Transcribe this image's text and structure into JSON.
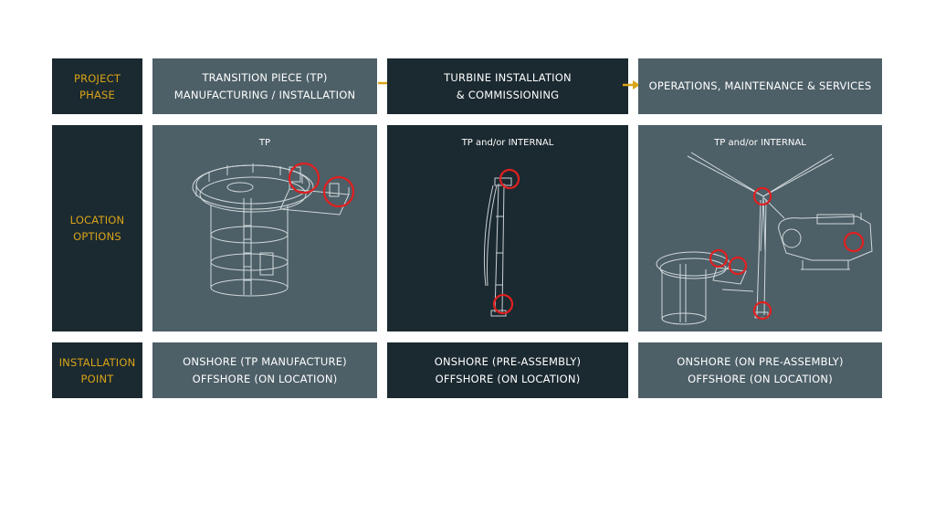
{
  "row_labels": {
    "project_phase": [
      "PROJECT",
      "PHASE"
    ],
    "location_options": [
      "LOCATION",
      "OPTIONS"
    ],
    "installation_point": [
      "INSTALLATION",
      "POINT"
    ]
  },
  "phases": [
    {
      "title": [
        "TRANSITION PIECE (TP)",
        "MANUFACTURING / INSTALLATION"
      ],
      "location": "TP",
      "install": [
        "ONSHORE (TP MANUFACTURE)",
        "OFFSHORE (ON LOCATION)"
      ]
    },
    {
      "title": [
        "TURBINE INSTALLATION",
        "& COMMISSIONING"
      ],
      "location": "TP and/or INTERNAL",
      "install": [
        "ONSHORE (PRE-ASSEMBLY)",
        "OFFSHORE (ON LOCATION)"
      ]
    },
    {
      "title": [
        "OPERATIONS, MAINTENANCE & SERVICES"
      ],
      "location": "TP and/or INTERNAL",
      "install": [
        "ONSHORE (ON PRE-ASSEMBLY)",
        "OFFSHORE (ON LOCATION)"
      ]
    }
  ],
  "colors": {
    "label_text": "#d8a418",
    "dark_panel": "#1b2930",
    "slate_panel": "#4d5f67",
    "arrow": "#d8a418",
    "highlight_circle": "#e02020"
  },
  "icons": [
    "arrow-right-icon",
    "transition-piece-illustration",
    "wind-turbine-tower-illustration",
    "wind-turbine-nacelle-illustration",
    "highlight-circle-icon"
  ]
}
